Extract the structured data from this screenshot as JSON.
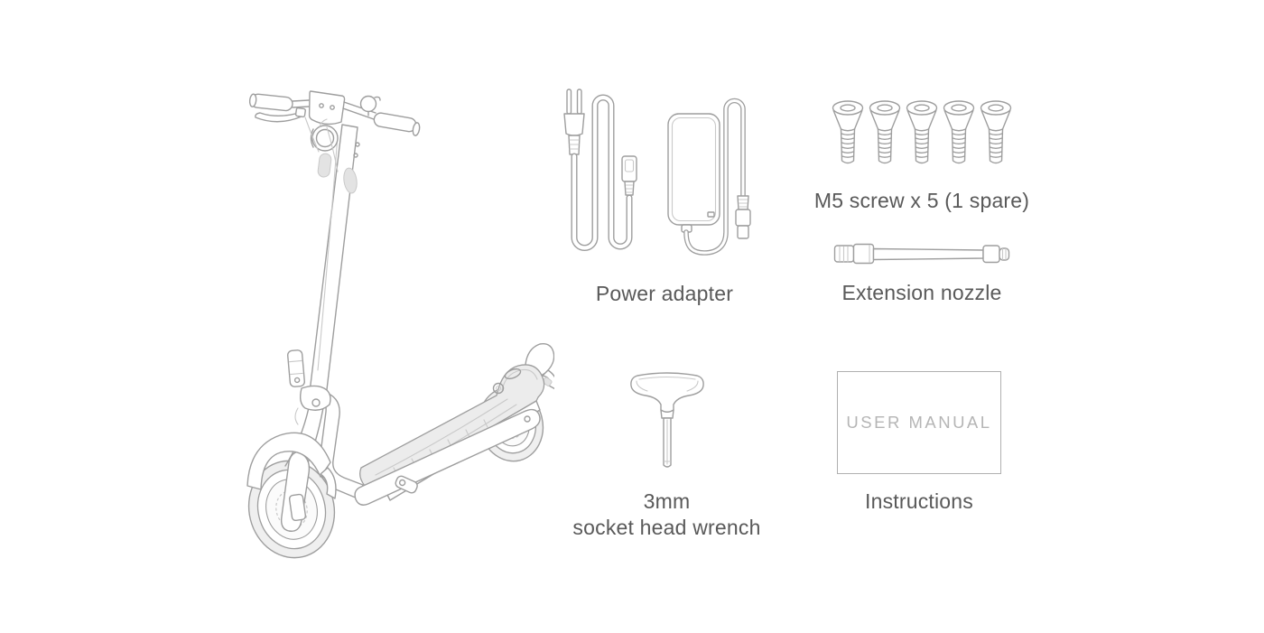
{
  "colors": {
    "line": "#9e9e9e",
    "line-light": "#c9c9c9",
    "fill-light": "#ececec",
    "fill-mid": "#e3e3e3",
    "text": "#595959",
    "muted": "#b5b5b5",
    "border": "#b0b0b0",
    "bg": "#ffffff"
  },
  "icons": {
    "scooter": "electric-kick-scooter-line-art",
    "power_adapter": "power-cord-and-adapter-brick-line-art",
    "screw": "countersunk-m5-screw-line-art",
    "extension_nozzle": "threaded-extension-tube-line-art",
    "wrench": "t-handle-hex-wrench-line-art",
    "manual": "booklet-outline"
  },
  "items": {
    "power_adapter": {
      "label": "Power adapter"
    },
    "screws": {
      "label": "M5 screw x 5 (1 spare)",
      "count": 5
    },
    "extension_nozzle": {
      "label": "Extension nozzle"
    },
    "wrench": {
      "label_line1": "3mm",
      "label_line2": "socket head wrench"
    },
    "manual": {
      "cover_text": "USER MANUAL",
      "label": "Instructions"
    }
  }
}
